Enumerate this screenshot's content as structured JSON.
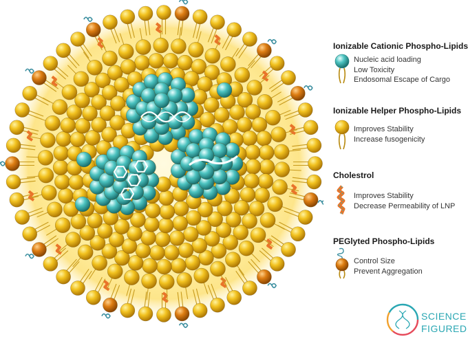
{
  "legend": {
    "items": [
      {
        "title": "Ionizable Cationic Phospho-Lipids",
        "icon": "teal-sphere-lipid-icon",
        "descriptions": [
          "Nucleic acid loading",
          "Low Toxicity",
          "Endosomal Escape of Cargo"
        ]
      },
      {
        "title": "Ionizable Helper Phospho-Lipids",
        "icon": "yellow-sphere-lipid-icon",
        "descriptions": [
          "Improves Stability",
          "Increase fusogenicity"
        ]
      },
      {
        "title": "Cholestrol",
        "icon": "cholesterol-molecule-icon",
        "descriptions": [
          "Improves Stability",
          "Decrease Permeability of LNP"
        ]
      },
      {
        "title": "PEGlyted Phospho-Lipids",
        "icon": "orange-sphere-peg-lipid-icon",
        "descriptions": [
          "Control Size",
          "Prevent Aggregation"
        ]
      }
    ]
  },
  "logo": {
    "line1": "SCIENCE",
    "line2": "FIGURED"
  },
  "colors": {
    "helper_lipid": "#e8b61a",
    "cationic_lipid": "#3fb3b0",
    "peg_lipid": "#d8780f",
    "cholesterol": "#e9742a",
    "glow": "#fff4b8"
  }
}
